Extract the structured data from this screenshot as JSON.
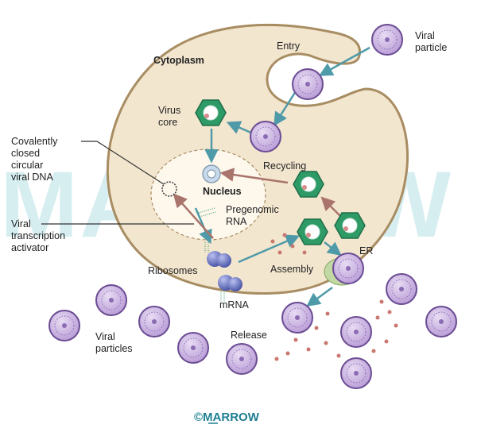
{
  "diagram": {
    "watermark": "MARROW",
    "footer": "©MARROW",
    "labels": {
      "cytoplasm": "Cytoplasm",
      "entry": "Entry",
      "viral_particle": [
        "Viral",
        "particle"
      ],
      "virus_core": [
        "Virus",
        "core"
      ],
      "nucleus": "Nucleus",
      "recycling": "Recycling",
      "pregenomic_rna": [
        "Pregenomic",
        "RNA"
      ],
      "cccdna": [
        "Covalently",
        "closed",
        "circular",
        "viral DNA"
      ],
      "transcription_activator": [
        "Viral",
        "transcription",
        "activator"
      ],
      "ribosomes": "Ribosomes",
      "mrna": "mRNA",
      "assembly": "Assembly",
      "er": "ER",
      "release": "Release",
      "viral_particles": [
        "Viral",
        "particles"
      ]
    },
    "colors": {
      "cell_fill": "#f3e6cf",
      "cell_stroke": "#a88d63",
      "virion_fill": "#cbb4e0",
      "virion_stroke": "#6b4c93",
      "core_fill": "#2e9a66",
      "arrow_teal": "#4f9aa8",
      "arrow_red": "#a9746c",
      "ribosome": "#6f7bc9",
      "er_fill": "#c3d9a4",
      "dot": "#c9786f"
    }
  }
}
